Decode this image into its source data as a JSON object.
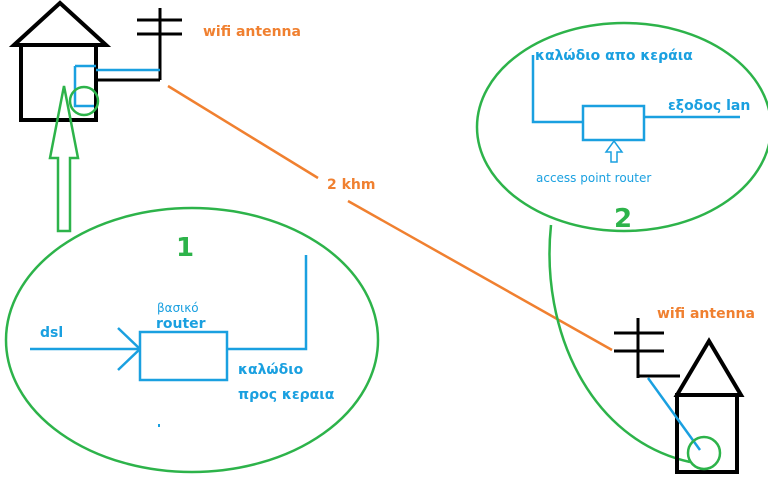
{
  "labels": {
    "wifi_antenna_top": "wifi antenna",
    "distance": "2 khm",
    "wifi_antenna_bottom": "wifi antenna",
    "cable_from_antenna": "καλώδιο απο κεράια",
    "lan_output": "εξοδος lan",
    "access_point_router": "access point router",
    "circle_number_1": "1",
    "circle_number_2": "2",
    "dsl": "dsl",
    "basic": "βασικό",
    "router": "router",
    "cable_to_antenna_line1": "καλώδιο",
    "cable_to_antenna_line2": "προς κεραια"
  },
  "colors": {
    "black": "#000000",
    "blue": "#1aa0e0",
    "green": "#2db34a",
    "orange": "#f08030"
  }
}
